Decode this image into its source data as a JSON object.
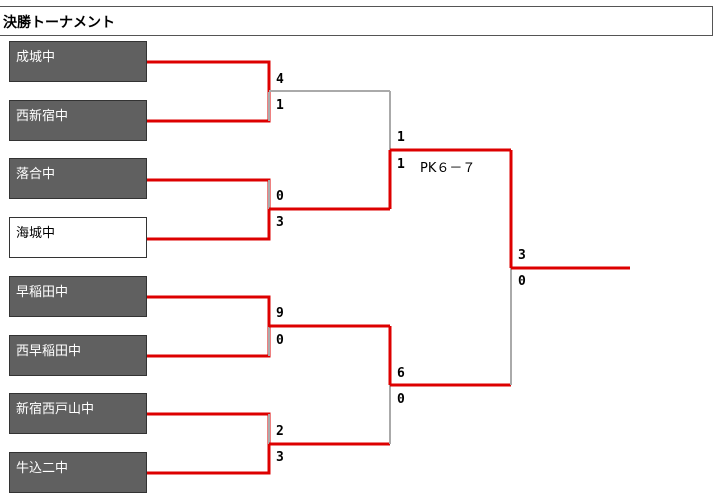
{
  "header": {
    "title": "決勝トーナメント"
  },
  "teams": [
    {
      "name": "成城中"
    },
    {
      "name": "西新宿中"
    },
    {
      "name": "落合中"
    },
    {
      "name": "海城中"
    },
    {
      "name": "早稲田中"
    },
    {
      "name": "西早稲田中"
    },
    {
      "name": "新宿西戸山中"
    },
    {
      "name": "牛込二中"
    }
  ],
  "round1": [
    {
      "top": "4",
      "bottom": "1"
    },
    {
      "top": "0",
      "bottom": "3"
    },
    {
      "top": "9",
      "bottom": "0"
    },
    {
      "top": "2",
      "bottom": "3"
    }
  ],
  "semis": [
    {
      "top": "1",
      "bottom": "1",
      "pk": "PK６－７"
    },
    {
      "top": "6",
      "bottom": "0"
    }
  ],
  "final": {
    "top": "3",
    "bottom": "0"
  },
  "colors": {
    "win_line": "#dd0000",
    "lose_line": "#aaaaaa",
    "team_bg": "#606060",
    "champion_bg": "#ffffff"
  }
}
